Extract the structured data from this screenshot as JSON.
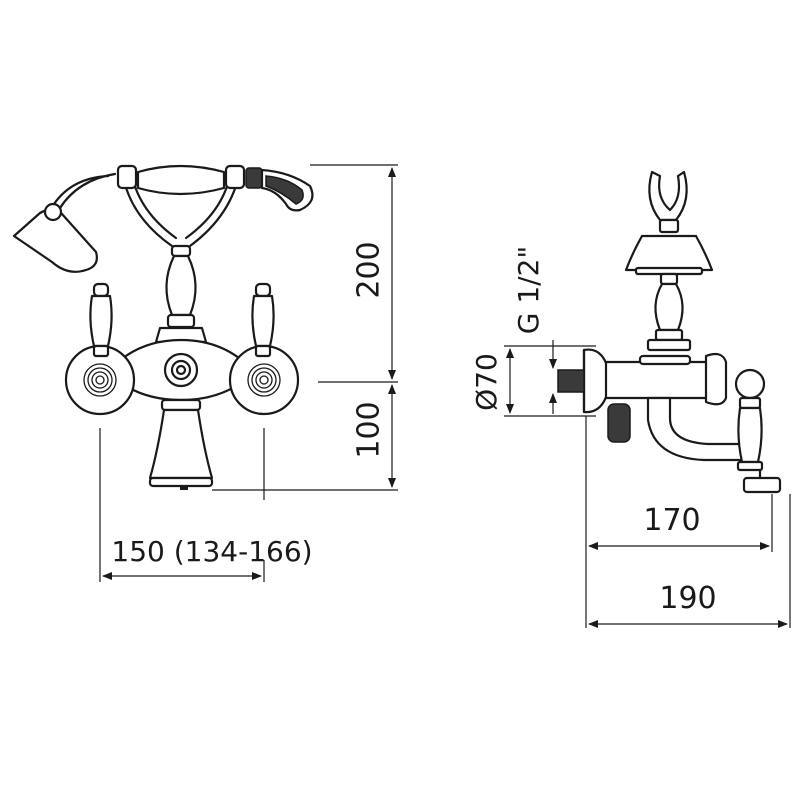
{
  "front_view": {
    "dim_height_upper": "200",
    "dim_height_lower": "100",
    "dim_width": "150 (134-166)"
  },
  "side_view": {
    "dim_diameter": "Ø70",
    "dim_thread": "G 1/2\"",
    "dim_depth_inner": "170",
    "dim_depth_outer": "190"
  }
}
